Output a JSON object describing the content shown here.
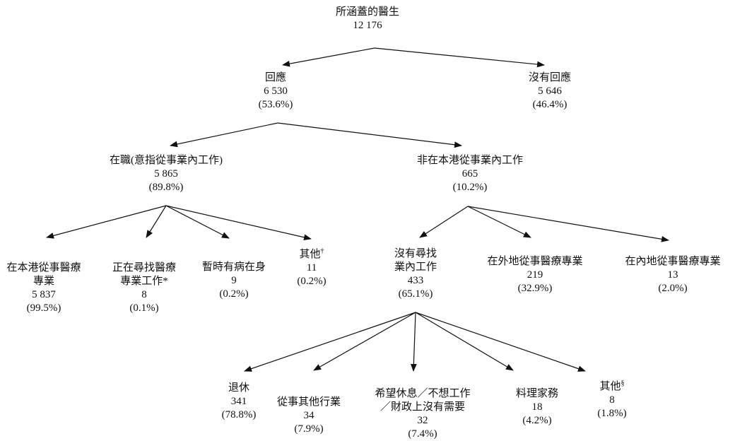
{
  "figure": {
    "background": "#ffffff",
    "text_color": "#111111",
    "line_color": "#111111"
  },
  "nodes": {
    "root": {
      "lines": [
        "所涵蓋的醫生"
      ],
      "value": "12 176"
    },
    "responded": {
      "lines": [
        "回應"
      ],
      "value": "6 530",
      "pct": "(53.6%)"
    },
    "no_response": {
      "lines": [
        "沒有回應"
      ],
      "value": "5 646",
      "pct": "(46.4%)"
    },
    "working": {
      "lines": [
        "在職(意指從事業內工作)"
      ],
      "value": "5 865",
      "pct": "(89.8%)"
    },
    "not_working_hk": {
      "lines": [
        "非在本港從事業內工作"
      ],
      "value": "665",
      "pct": "(10.2%)"
    },
    "medical_hk": {
      "lines": [
        "在本港從事醫療",
        "專業"
      ],
      "value": "5 837",
      "pct": "(99.5%)"
    },
    "seeking_work": {
      "lines": [
        "正在尋找醫療",
        "專業工作*"
      ],
      "value": "8",
      "pct": "(0.1%)"
    },
    "temporarily_ill": {
      "lines": [
        "暫時有病在身"
      ],
      "value": "9",
      "pct": "(0.2%)"
    },
    "other_working": {
      "lines": [
        "其他"
      ],
      "sup": "†",
      "value": "11",
      "pct": "(0.2%)"
    },
    "not_seeking": {
      "lines": [
        "沒有尋找",
        "業內工作"
      ],
      "value": "433",
      "pct": "(65.1%)"
    },
    "medical_overseas": {
      "lines": [
        "在外地從事醫療專業"
      ],
      "value": "219",
      "pct": "(32.9%)"
    },
    "medical_mainland": {
      "lines": [
        "在內地從事醫療專業"
      ],
      "value": "13",
      "pct": "(2.0%)"
    },
    "retired": {
      "lines": [
        "退休"
      ],
      "value": "341",
      "pct": "(78.8%)"
    },
    "other_industry": {
      "lines": [
        "從事其他行業"
      ],
      "value": "34",
      "pct": "(7.9%)"
    },
    "wish_rest": {
      "lines": [
        "希望休息／不想工作",
        "／財政上沒有需要"
      ],
      "value": "32",
      "pct": "(7.4%)"
    },
    "housework": {
      "lines": [
        "料理家務"
      ],
      "value": "18",
      "pct": "(4.2%)"
    },
    "other_not_seeking": {
      "lines": [
        "其他"
      ],
      "sup": "§",
      "value": "8",
      "pct": "(1.8%)"
    }
  },
  "hierarchy": {
    "root": [
      "responded",
      "no_response"
    ],
    "responded": [
      "working",
      "not_working_hk"
    ],
    "working": [
      "medical_hk",
      "seeking_work",
      "temporarily_ill",
      "other_working"
    ],
    "not_working_hk": [
      "not_seeking",
      "medical_overseas",
      "medical_mainland"
    ],
    "not_seeking": [
      "retired",
      "other_industry",
      "wish_rest",
      "housework",
      "other_not_seeking"
    ]
  }
}
